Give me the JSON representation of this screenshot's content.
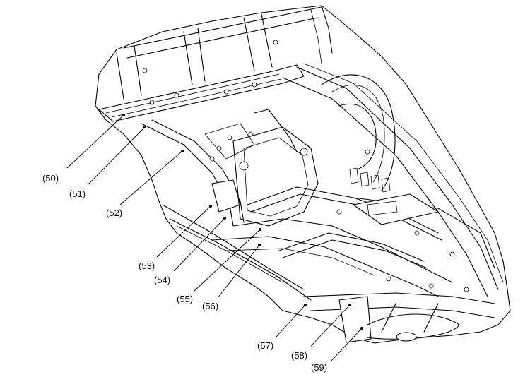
{
  "callouts": [
    {
      "id": "50",
      "label": "(50)"
    },
    {
      "id": "51",
      "label": "(51)"
    },
    {
      "id": "52",
      "label": "(52)"
    },
    {
      "id": "53",
      "label": "(53)"
    },
    {
      "id": "54",
      "label": "(54)"
    },
    {
      "id": "55",
      "label": "(55)"
    },
    {
      "id": "56",
      "label": "(56)"
    },
    {
      "id": "57",
      "label": "(57)"
    },
    {
      "id": "58",
      "label": "(58)"
    },
    {
      "id": "59",
      "label": "(59)"
    }
  ]
}
